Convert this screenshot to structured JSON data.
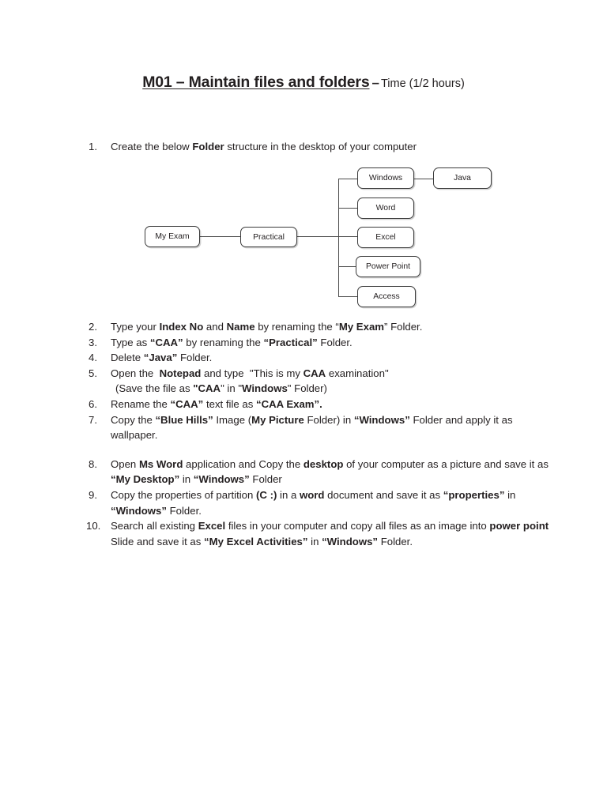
{
  "document": {
    "title": {
      "main": "M01 – Maintain files and folders",
      "dash": "–",
      "sub": "Time (1/2 hours)"
    }
  },
  "instructions": [
    {
      "number": "1.",
      "text": "Create the below Folder structure in the desktop of your computer"
    },
    {
      "number": "2.",
      "text": "Type your Index No and Name by renaming the “My Exam” Folder."
    },
    {
      "number": "3.",
      "text": "Type as “CAA” by renaming the “Practical” Folder."
    },
    {
      "number": "4.",
      "text": "Delete “Java” Folder."
    },
    {
      "number": "5.",
      "text": "Open the  Notepad and type  \"This is my CAA examination\"",
      "subline": "(Save the file as \"CAA\" in \"Windows\" Folder)"
    },
    {
      "number": "6.",
      "text": "Rename the “CAA” text file as “CAA Exam”."
    },
    {
      "number": "7.",
      "text": "Copy the “Blue Hills” Image (My Picture Folder) in “Windows” Folder and apply it as wallpaper."
    },
    {
      "number": "8.",
      "text": "Open Ms Word application and Copy the desktop of your computer as a picture and save it as “My Desktop” in “Windows” Folder"
    },
    {
      "number": "9.",
      "text": "Copy the properties of partition (C :) in a word document and save it as “properties” in “Windows” Folder."
    },
    {
      "number": "10.",
      "text": "Search all existing Excel files in your computer and copy all files as an image into power point Slide and save it as “My Excel Activities” in “Windows” Folder."
    }
  ],
  "diagram": {
    "nodes": {
      "my_exam": "My Exam",
      "practical": "Practical",
      "windows": "Windows",
      "java": "Java",
      "word": "Word",
      "excel": "Excel",
      "power_point": "Power Point",
      "access": "Access"
    },
    "edges": [
      {
        "from": "my_exam",
        "to": "practical"
      },
      {
        "from": "practical",
        "to": "windows"
      },
      {
        "from": "practical",
        "to": "word"
      },
      {
        "from": "practical",
        "to": "excel"
      },
      {
        "from": "practical",
        "to": "power_point"
      },
      {
        "from": "practical",
        "to": "access"
      },
      {
        "from": "windows",
        "to": "java"
      }
    ],
    "colors": {
      "node_border": "#3b3b3b",
      "edge": "#4a4a4a",
      "node_fill": "#ffffff"
    }
  }
}
